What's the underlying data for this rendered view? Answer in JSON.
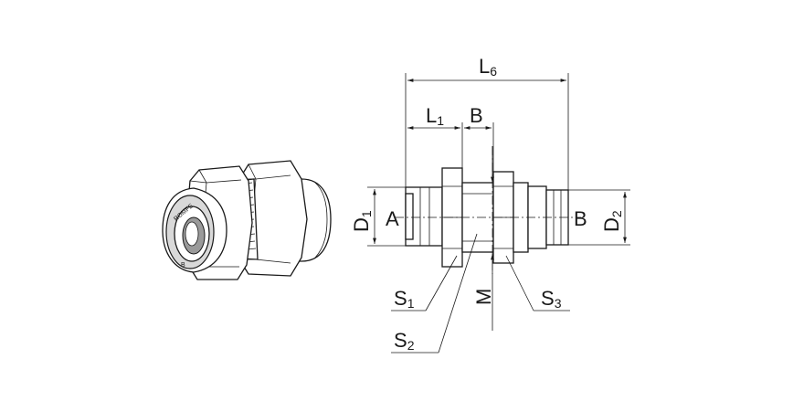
{
  "figure": {
    "labels": {
      "L6_main": "L",
      "L6_sub": "6",
      "L1_main": "L",
      "L1_sub": "1",
      "B_top": "B",
      "D1_main": "D",
      "D1_sub": "1",
      "A": "A",
      "B_right": "B",
      "D2_main": "D",
      "D2_sub": "2",
      "S1_main": "S",
      "S1_sub": "1",
      "S2_main": "S",
      "S2_sub": "2",
      "S3_main": "S",
      "S3_sub": "3",
      "M": "M"
    },
    "brand_marking": "ROMFE"
  }
}
